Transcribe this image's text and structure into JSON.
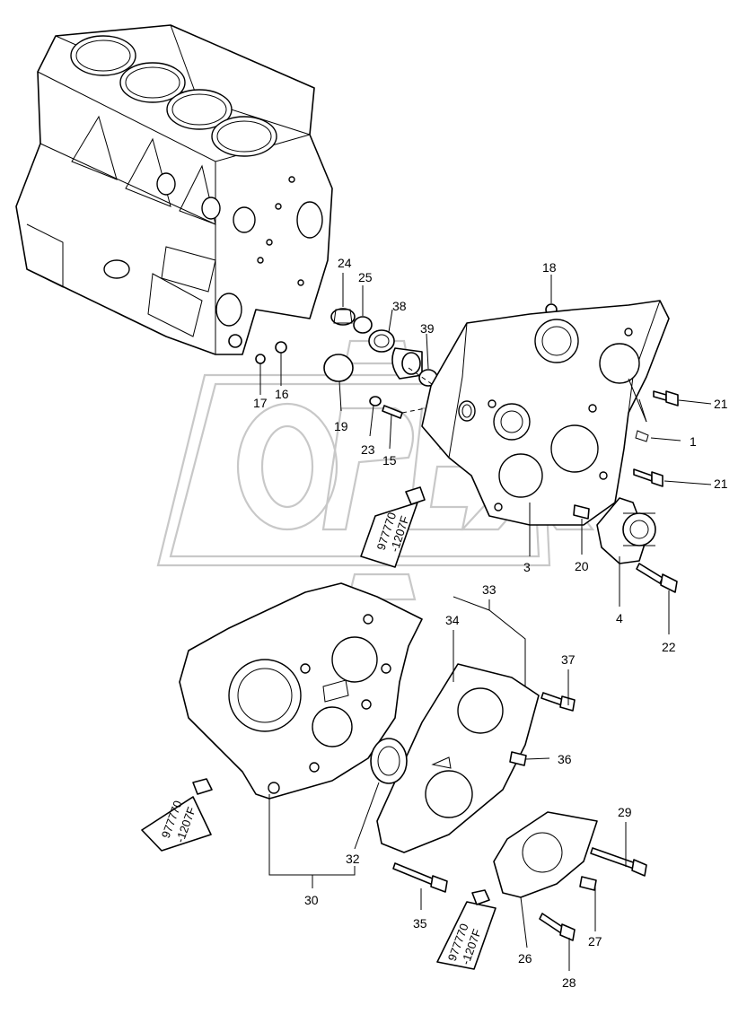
{
  "watermark": {
    "text": "OPEX"
  },
  "sealant_tubes": [
    {
      "line1": "977770",
      "line2": "-1207F"
    },
    {
      "line1": "977770",
      "line2": "-1207F"
    },
    {
      "line1": "977770",
      "line2": "-1207F"
    }
  ],
  "callouts": {
    "c1": "1",
    "c3": "3",
    "c4": "4",
    "c15": "15",
    "c16": "16",
    "c17": "17",
    "c18": "18",
    "c19": "19",
    "c20": "20",
    "c21a": "21",
    "c21b": "21",
    "c22": "22",
    "c23": "23",
    "c24": "24",
    "c25": "25",
    "c26": "26",
    "c27": "27",
    "c28": "28",
    "c29": "29",
    "c30": "30",
    "c32": "32",
    "c33": "33",
    "c34": "34",
    "c35": "35",
    "c36": "36",
    "c37": "37",
    "c38": "38",
    "c39": "39"
  }
}
